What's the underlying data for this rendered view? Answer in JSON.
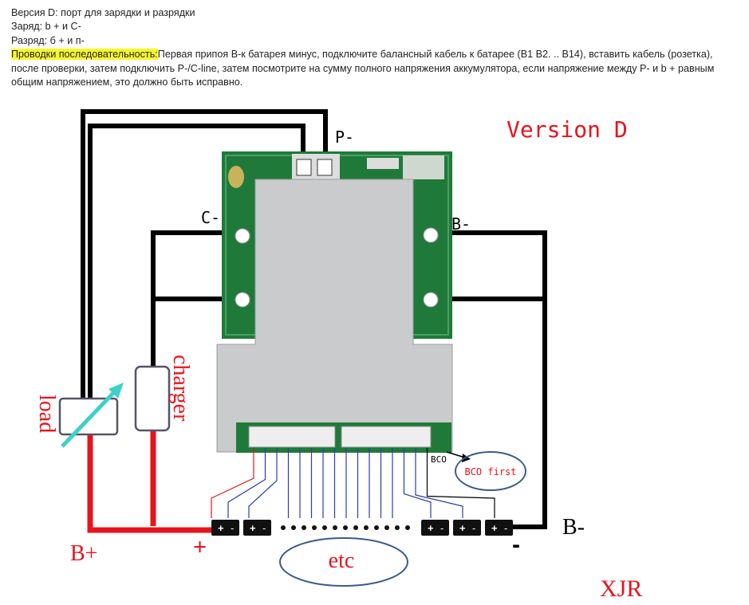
{
  "header_text": {
    "line1": "Версия D: порт для зарядки и разрядки",
    "line2": "Заряд: b + и C-",
    "line3": "Разряд: б + и п-",
    "highlight": "Проводки последовательность:",
    "body": "Первая припоя B-к батарея минус, подключите балансный кабель к батарее (B1 B2. .. B14), вставить кабель (розетка), после проверки, затем подключить P-/C-line, затем посмотрите на сумму полного напряжения аккумулятора, если напряжение между P- и b + равным общим напряжением, это должно быть исправно."
  },
  "diagram": {
    "version_label": "Version D",
    "p_minus": "P-",
    "c_minus": "C-",
    "b_minus_board": "B-",
    "charger": "charger",
    "load": "load",
    "bco": "BCO",
    "bco_first": "BCO first",
    "b_minus": "B-",
    "b_plus": "B+",
    "plus_sign": "+",
    "minus_sign": "-",
    "etc": "etc",
    "watermark": "XJR",
    "cell_plus": "+",
    "cell_minus": "-"
  },
  "colors": {
    "wire_black": "#000000",
    "wire_red": "#e8141c",
    "pcb_green": "#1f7a3a",
    "plate_silver": "#c9cbcc",
    "arrow": "#3fd0c8",
    "highlight": "#f7f72a"
  }
}
